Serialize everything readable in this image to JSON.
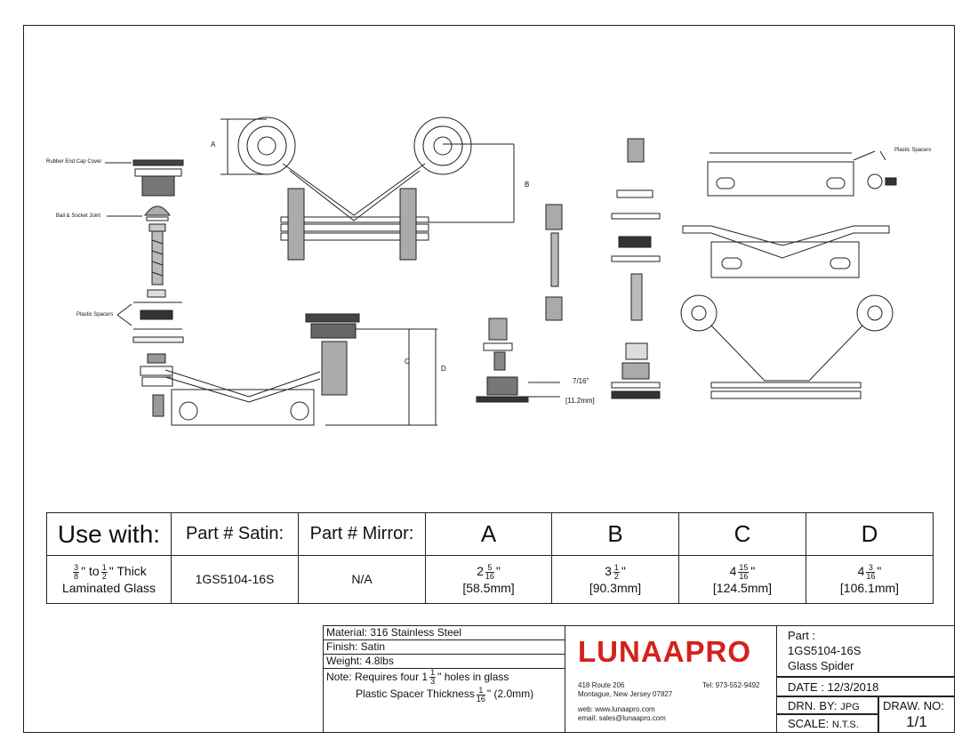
{
  "annotations": {
    "rubber_end_cap": "Rubber End Cap Cover",
    "ball_socket": "Ball & Socket Joint",
    "plastic_spacers_left": "Plastic Spacers",
    "plastic_spacers_right": "Plastic Spacers",
    "dim_a": "A",
    "dim_b": "B",
    "dim_c": "C",
    "dim_d": "D",
    "thickness_in": "7/16\"",
    "thickness_mm": "[11.2mm]"
  },
  "spec_table": {
    "headers": [
      "Use with:",
      "Part # Satin:",
      "Part # Mirror:",
      "A",
      "B",
      "C",
      "D"
    ],
    "use_with": {
      "pre": "",
      "frac1_num": "3",
      "frac1_den": "8",
      "mid": "\" to",
      "frac2_num": "1",
      "frac2_den": "2",
      "post": "\" Thick",
      "line2": "Laminated Glass"
    },
    "part_satin": "1GS5104-16S",
    "part_mirror": "N/A",
    "dims": [
      {
        "whole": "2",
        "num": "5",
        "den": "16",
        "mm": "[58.5mm]"
      },
      {
        "whole": "3",
        "num": "1",
        "den": "2",
        "mm": "[90.3mm]"
      },
      {
        "whole": "4",
        "num": "15",
        "den": "16",
        "mm": "[124.5mm]"
      },
      {
        "whole": "4",
        "num": "3",
        "den": "16",
        "mm": "[106.1mm]"
      }
    ]
  },
  "title_block": {
    "material": "Material: 316 Stainless Steel",
    "finish": "Finish: Satin",
    "weight": "Weight: 4.8lbs",
    "note_label": "Note:",
    "note1_pre": "Requires four 1",
    "note1_num": "1",
    "note1_den": "3",
    "note1_post": "\" holes in glass",
    "note2_pre": "Plastic Spacer Thickness",
    "note2_num": "1",
    "note2_den": "16",
    "note2_post": "\" (2.0mm)",
    "logo": "LUNAAPRO",
    "address1": "418 Route 206",
    "address2": "Montague, New Jersey 07827",
    "tel": "Tel: 973-552-9492",
    "web": "web: www.lunaapro.com",
    "email": "email: sales@lunaapro.com",
    "part_label": "Part :",
    "part_number": "1GS5104-16S",
    "part_name": "Glass Spider",
    "date": "DATE : 12/3/2018",
    "drn_label": "DRN. BY:",
    "drn_value": "JPG",
    "draw_label": "DRAW. NO:",
    "draw_value": "1/1",
    "scale_label": "SCALE:",
    "scale_value": "N.T.S."
  },
  "colors": {
    "logo": "#d4211b",
    "line": "#222222"
  }
}
